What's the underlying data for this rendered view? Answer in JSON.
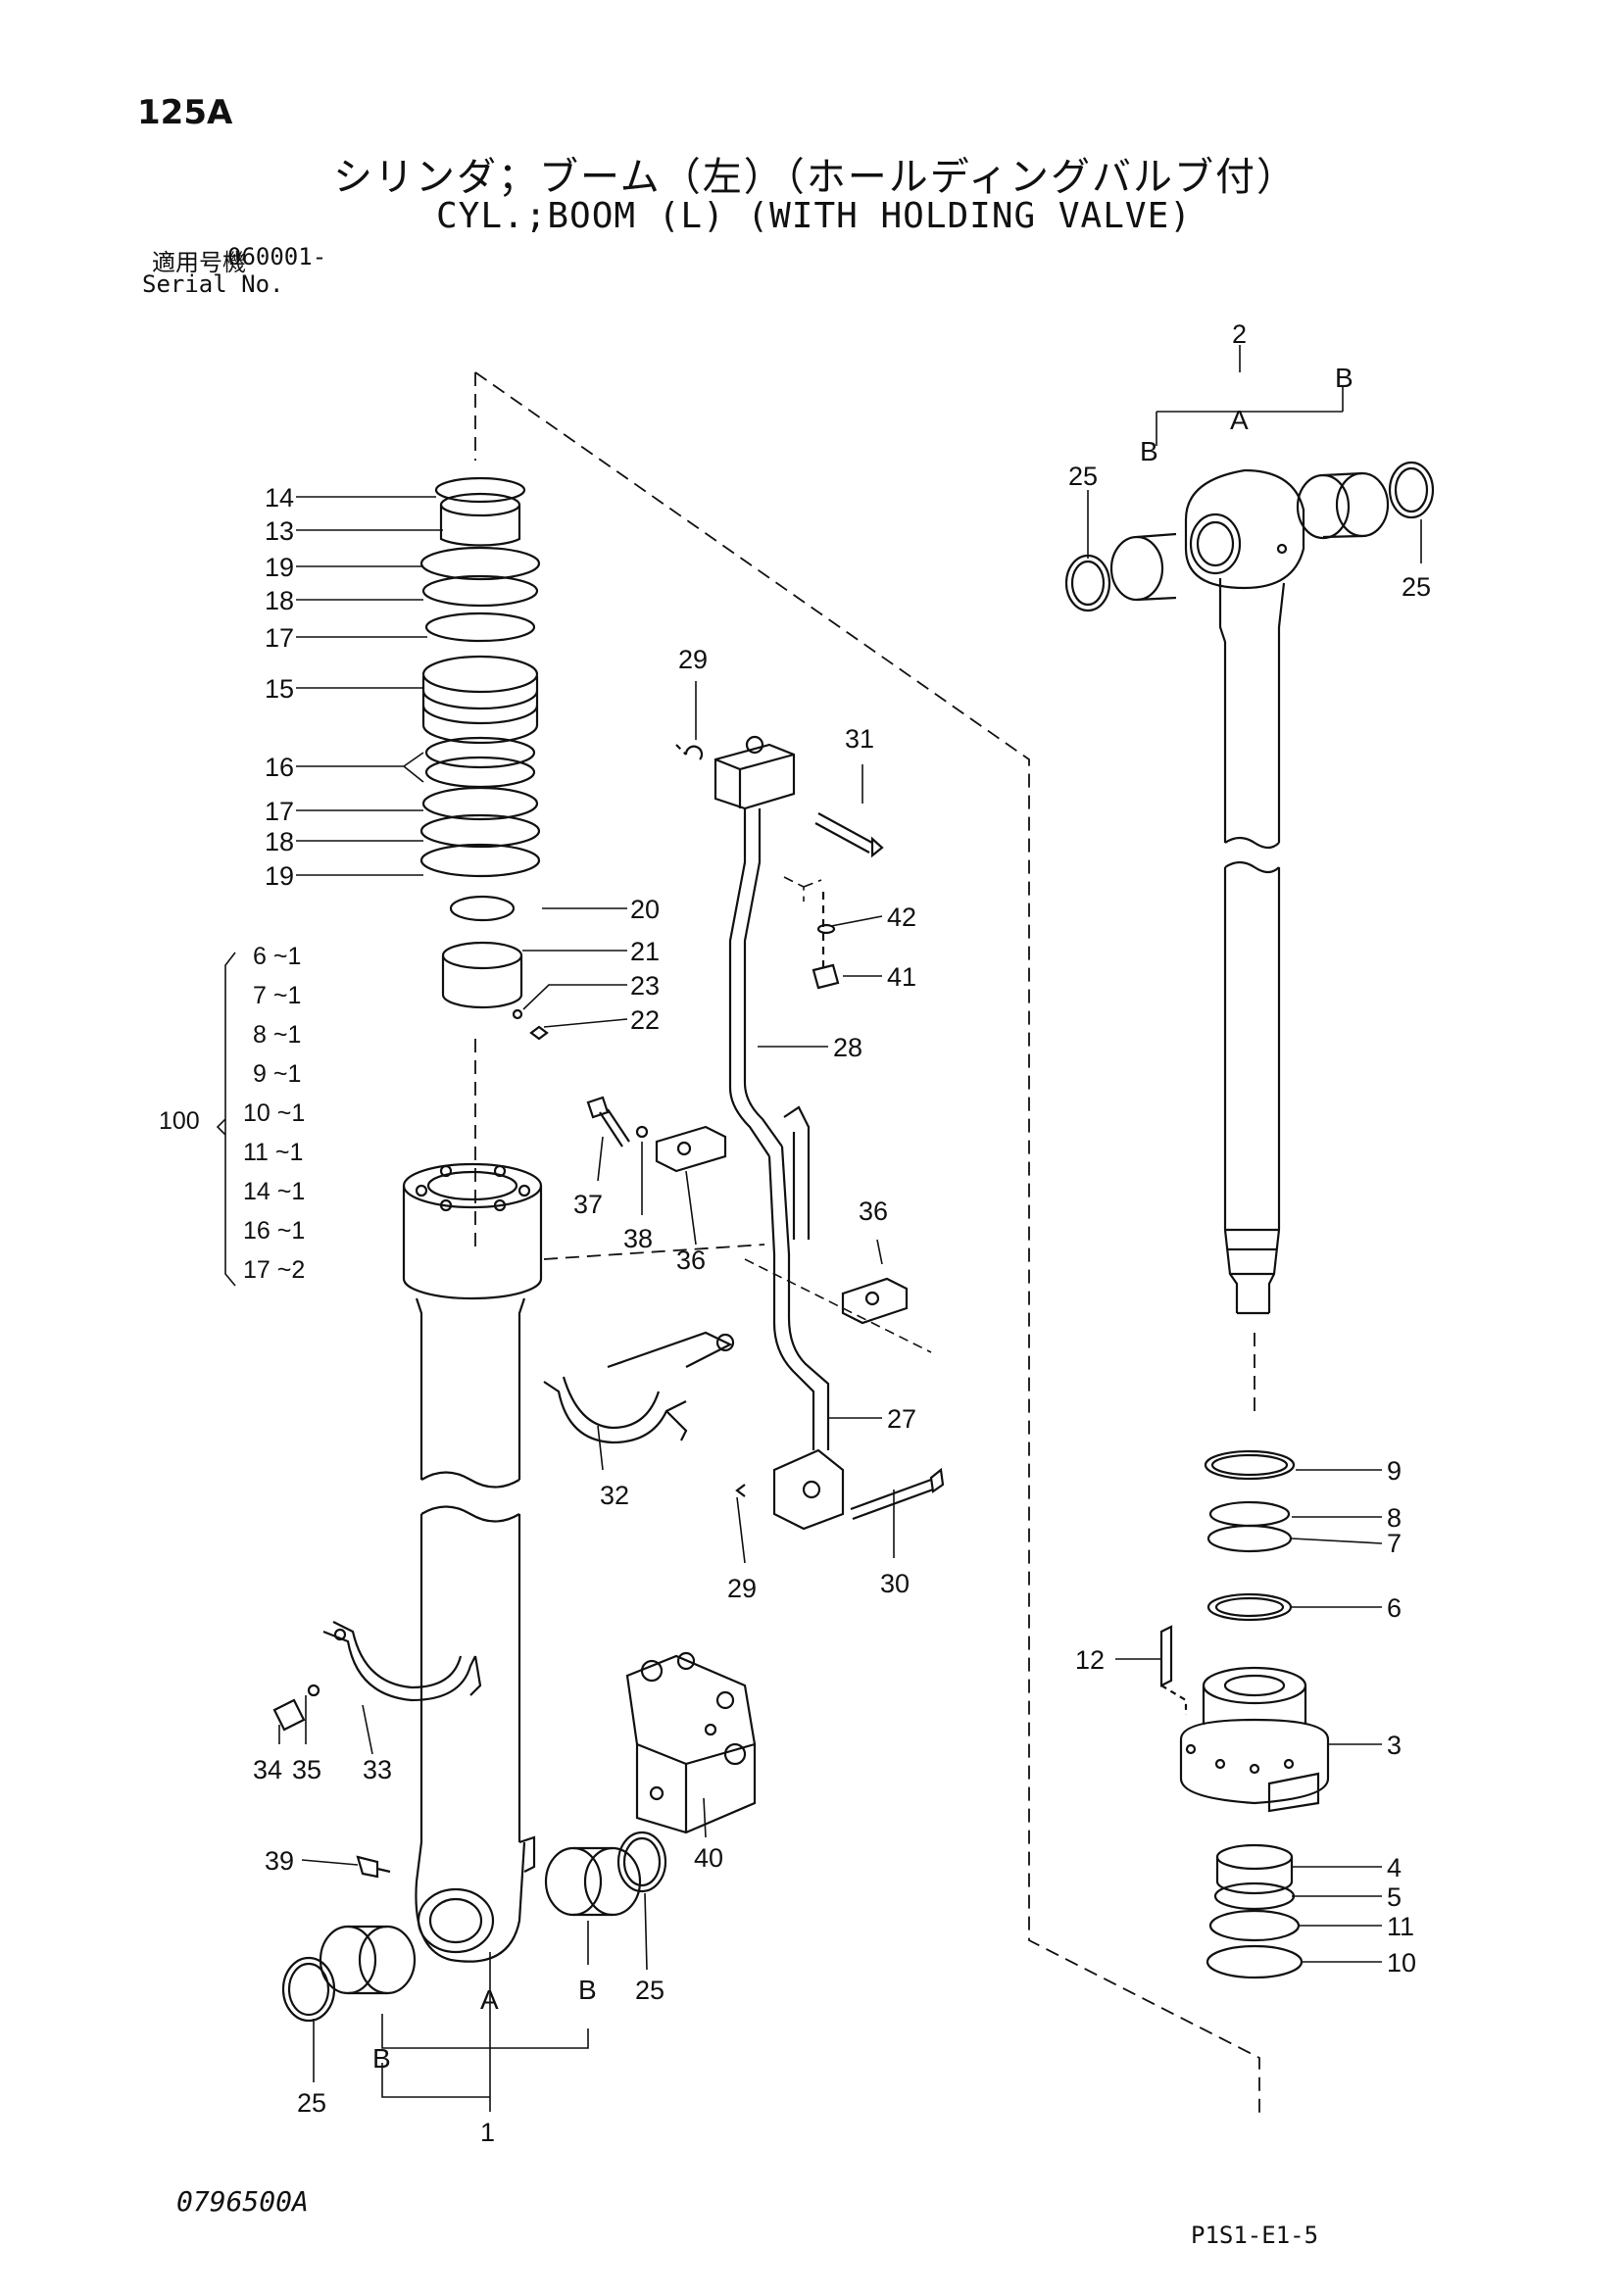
{
  "header": {
    "page_code": "125A",
    "title_jp": "シリンダ；ブーム（左）（ホールディングバルブ付）",
    "title_en": "CYL.;BOOM (L) (WITH HOLDING VALVE)",
    "serial_label_jp": "適用号機",
    "serial_value": "060001-",
    "serial_label_en": "Serial No."
  },
  "footer": {
    "drawing_number": "0796500A",
    "page_reference": "P1S1-E1-5"
  },
  "kit": {
    "label": "100",
    "entries": [
      "6 ~1",
      "7 ~1",
      "8 ~1",
      "9 ~1",
      "10 ~1",
      "11 ~1",
      "14 ~1",
      "16 ~1",
      "17 ~2"
    ]
  },
  "callouts": {
    "n1": "1",
    "n2": "2",
    "n3": "3",
    "n4": "4",
    "n5": "5",
    "n6": "6",
    "n7": "7",
    "n8": "8",
    "n9": "9",
    "n10": "10",
    "n11": "11",
    "n12": "12",
    "n13": "13",
    "n14": "14",
    "n15": "15",
    "n16": "16",
    "n17a": "17",
    "n17b": "17",
    "n18a": "18",
    "n18b": "18",
    "n19a": "19",
    "n19b": "19",
    "n20": "20",
    "n21": "21",
    "n22": "22",
    "n23": "23",
    "n25a": "25",
    "n25b": "25",
    "n25c": "25",
    "n25d": "25",
    "n27": "27",
    "n28": "28",
    "n29a": "29",
    "n29b": "29",
    "n30": "30",
    "n31": "31",
    "n32": "32",
    "n33": "33",
    "n34": "34",
    "n35": "35",
    "n36a": "36",
    "n36b": "36",
    "n37": "37",
    "n38": "38",
    "n39": "39",
    "n40": "40",
    "n41": "41",
    "n42": "42",
    "A1": "A",
    "A2": "A",
    "B1": "B",
    "B2": "B",
    "B3": "B",
    "B4": "B"
  }
}
